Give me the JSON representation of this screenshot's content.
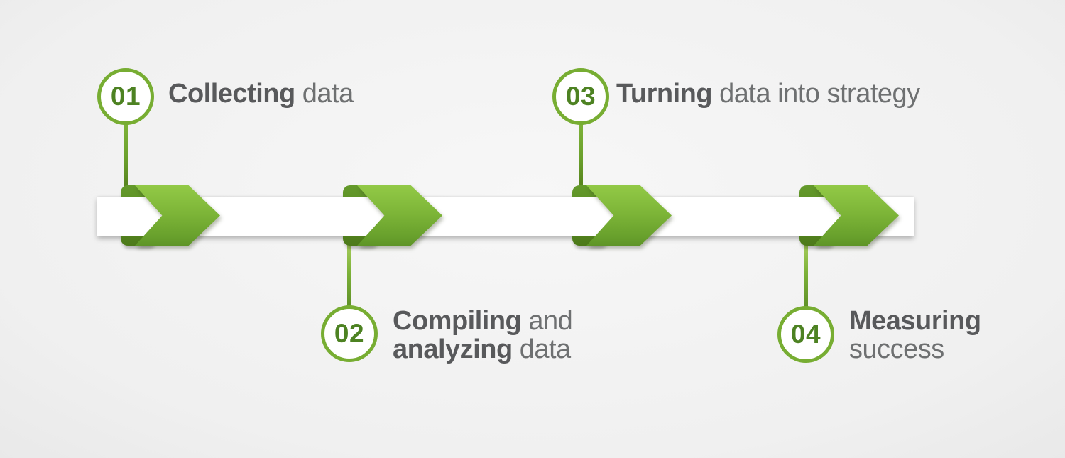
{
  "diagram": {
    "type": "process-timeline",
    "orientation": "horizontal",
    "step_count": 4
  },
  "steps": [
    {
      "number": "01",
      "placement": "top",
      "line1_bold": "Collecting",
      "line1_rest": " data",
      "line2_bold": "",
      "line2_rest": ""
    },
    {
      "number": "02",
      "placement": "bottom",
      "line1_bold": "Compiling",
      "line1_rest": " and",
      "line2_bold": "analyzing",
      "line2_rest": " data"
    },
    {
      "number": "03",
      "placement": "top",
      "line1_bold": "Turning",
      "line1_rest": " data into strategy",
      "line2_bold": "",
      "line2_rest": ""
    },
    {
      "number": "04",
      "placement": "bottom",
      "line1_bold": "Measuring",
      "line1_rest": "",
      "line2_bold": "",
      "line2_rest": "success"
    }
  ],
  "colors": {
    "arrow_light_green_top": "#92c946",
    "arrow_light_green_bottom": "#669e2b",
    "arrow_dark_tab_top": "#649a2b",
    "arrow_dark_tab_bottom": "#4d7a1a",
    "circle_border_green": "#77ad32",
    "number_green": "#4d8222",
    "connector_green_light": "#a6cc5c",
    "connector_green_dark": "#55811d",
    "bar_white": "#ffffff",
    "text_bold_gray": "#58595b",
    "text_regular_gray": "#6e7071",
    "background_gray": "#ededed"
  }
}
